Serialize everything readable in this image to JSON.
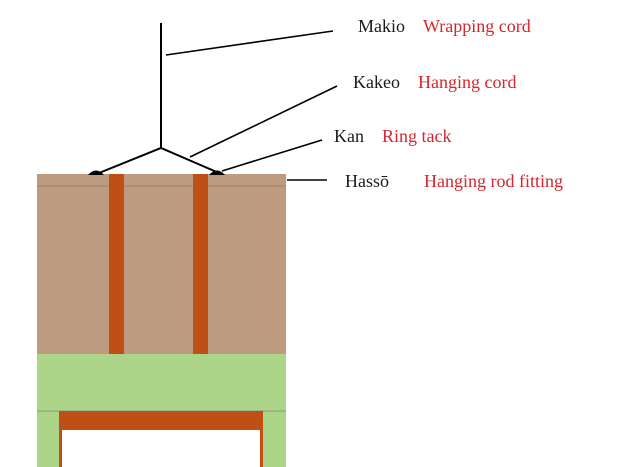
{
  "diagram": {
    "type": "labeled-illustration",
    "subject": "hanging scroll top section",
    "colors": {
      "upper_panel": "#be9a7e",
      "stripes": "#bf5015",
      "lower_panel": "#add58a",
      "inner_frame": "#bf5015",
      "leader_lines": "#000000",
      "japanese_label": "#1a1a1a",
      "english_label": "#d7262c"
    },
    "labels": [
      {
        "id": "makio",
        "japanese": "Makio",
        "english": "Wrapping cord"
      },
      {
        "id": "kakeo",
        "japanese": "Kakeo",
        "english": "Hanging cord"
      },
      {
        "id": "kan",
        "japanese": "Kan",
        "english": "Ring tack"
      },
      {
        "id": "hasso",
        "japanese": "Hassō",
        "english": "Hanging rod fitting"
      }
    ]
  }
}
